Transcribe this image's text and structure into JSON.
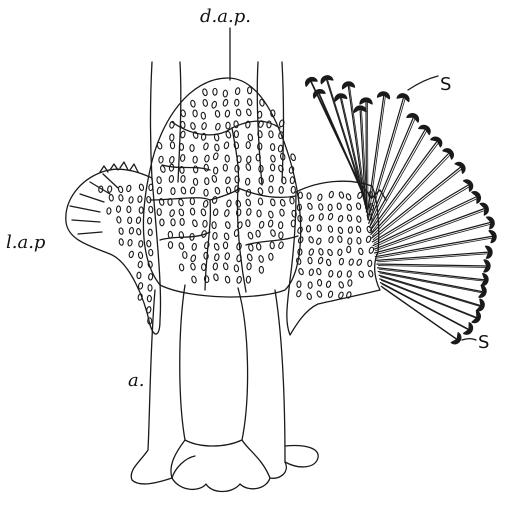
{
  "labels": {
    "dorsal": "d.a.p.",
    "lateral": "l.a.p",
    "stalk": "a.",
    "spore_top": "S",
    "spore_bottom": "S"
  },
  "colors": {
    "ink": "#1a1a1a",
    "paper": "#ffffff"
  }
}
